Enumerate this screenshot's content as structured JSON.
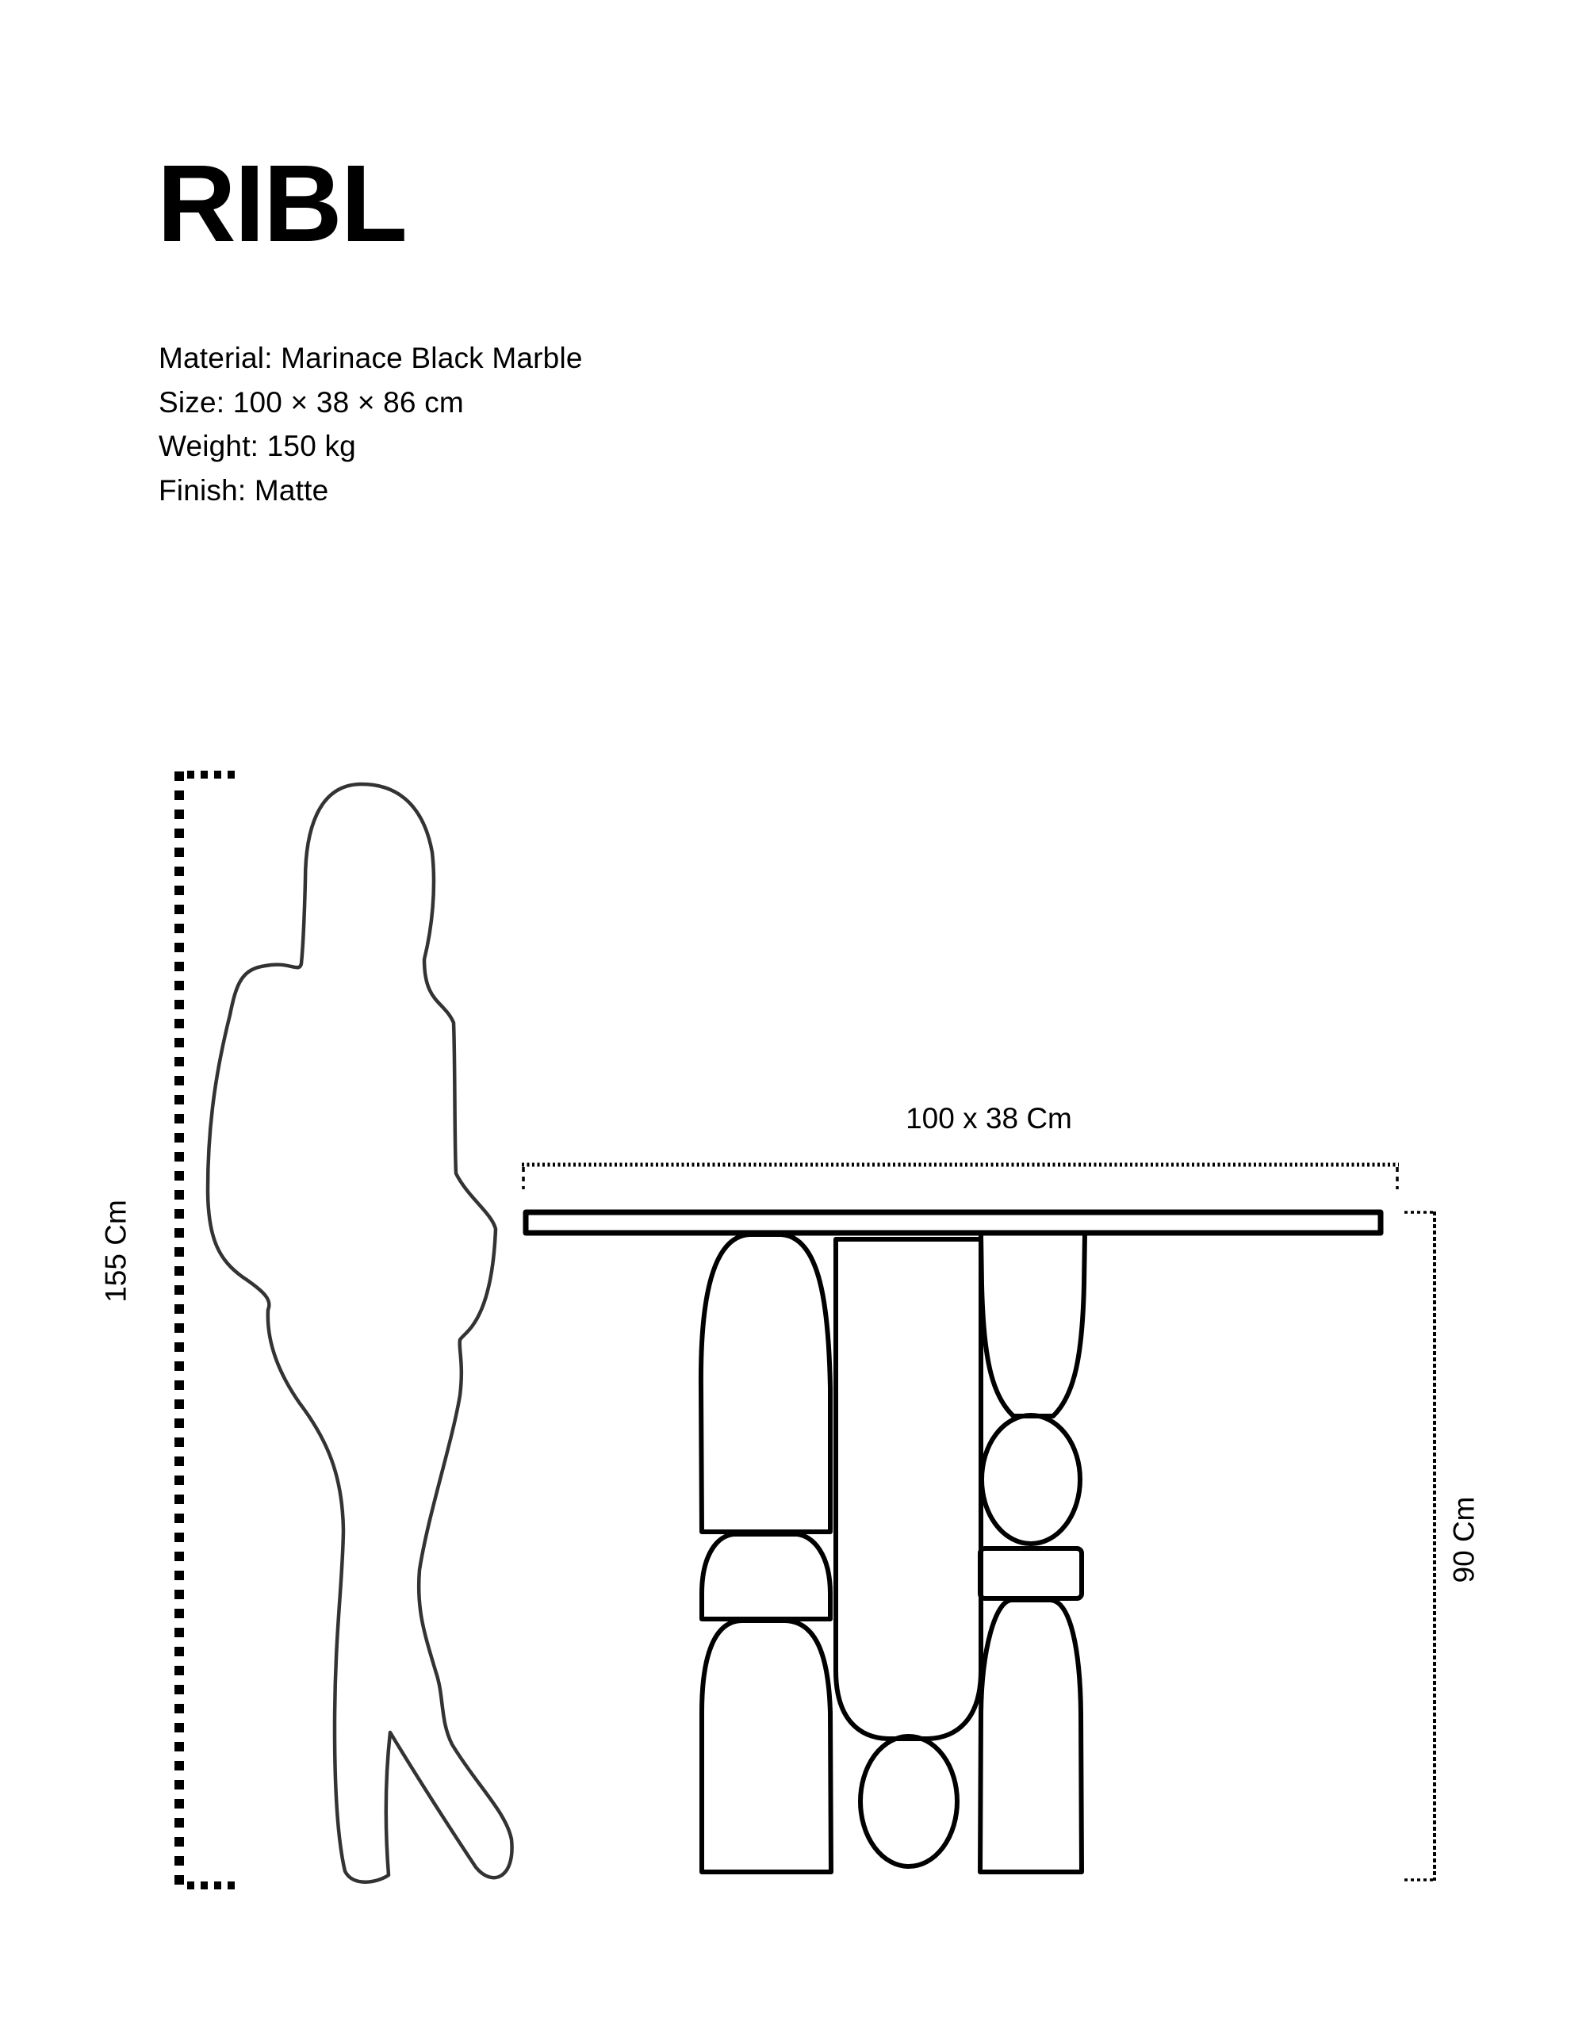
{
  "product": {
    "title": "RIBL",
    "specs": [
      {
        "label": "Material",
        "value": "Marinace Black Marble",
        "text": "Material: Marinace Black Marble"
      },
      {
        "label": "Size",
        "value": "100 × 38 × 86 cm",
        "text": "Size: 100 × 38 × 86 cm"
      },
      {
        "label": "Weight",
        "value": "150 kg",
        "text": "Weight: 150 kg"
      },
      {
        "label": "Finish",
        "value": "Matte",
        "text": "Finish: Matte"
      }
    ]
  },
  "diagram": {
    "human_height_label": "155 Cm",
    "table_footprint_label": "100 x 38 Cm",
    "table_height_label": "90 Cm",
    "line_color": "#000000",
    "silhouette_color": "#333333"
  }
}
